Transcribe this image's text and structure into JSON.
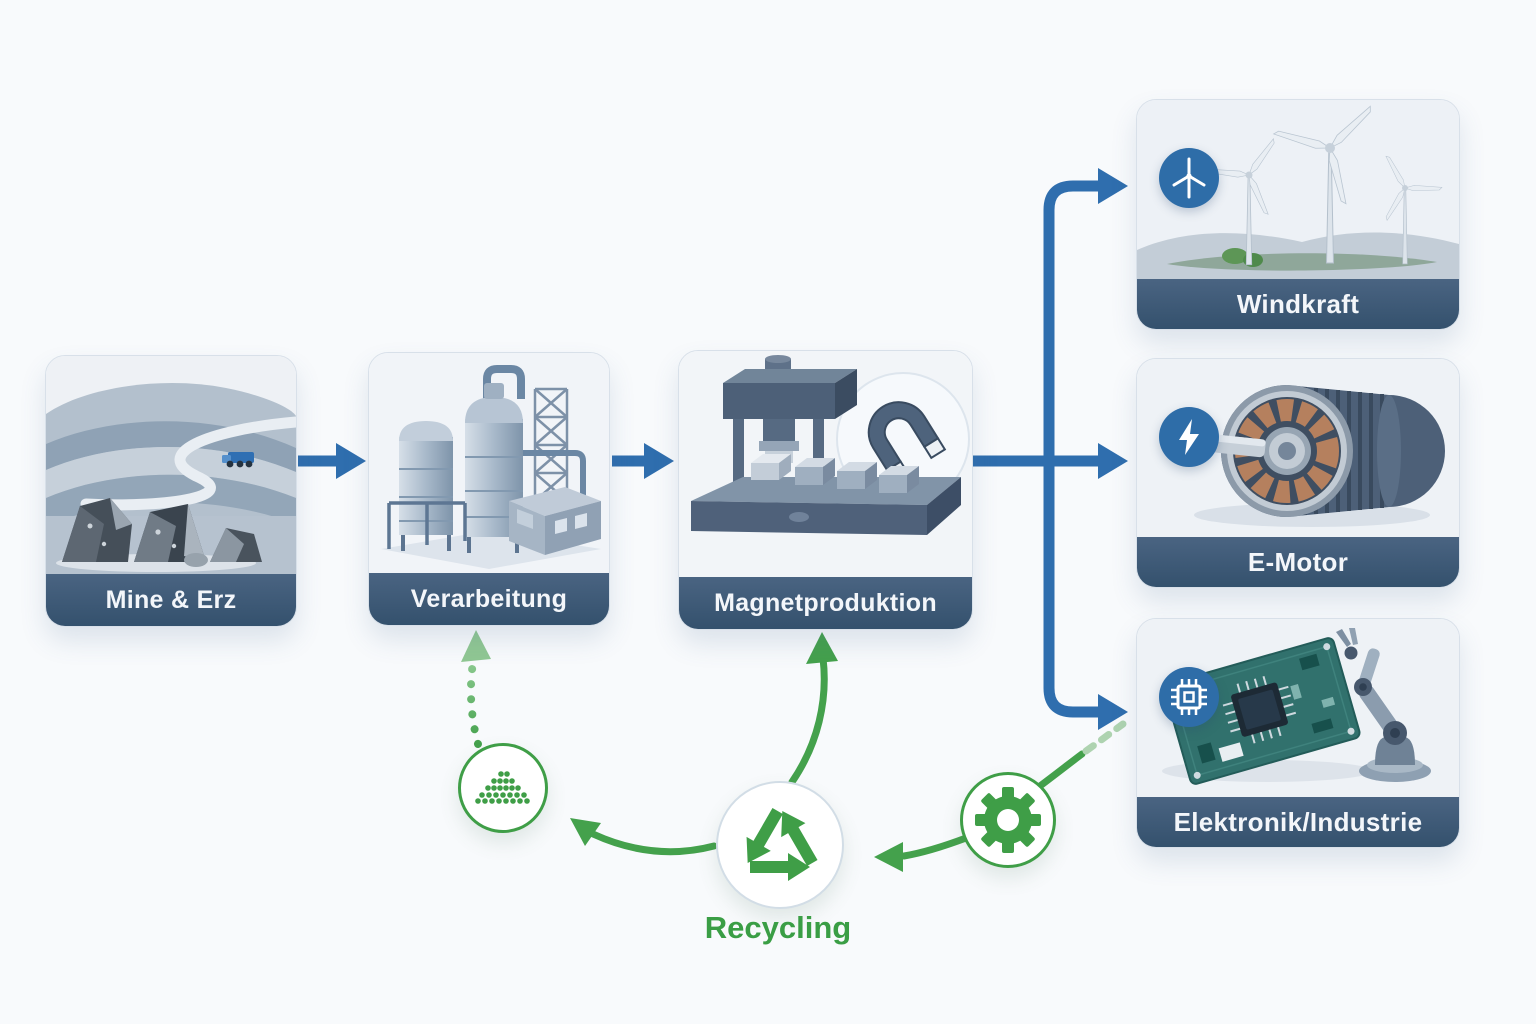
{
  "nodes": {
    "mine": {
      "label": "Mine & Erz"
    },
    "verarbeitung": {
      "label": "Verarbeitung"
    },
    "magnetproduktion": {
      "label": "Magnetproduktion"
    },
    "windkraft": {
      "label": "Windkraft"
    },
    "emotor": {
      "label": "E-Motor"
    },
    "elektronik": {
      "label": "Elektronik/Industrie"
    },
    "recycling": {
      "label": "Recycling"
    }
  },
  "edges": [
    {
      "from": "mine",
      "to": "verarbeitung",
      "style": "solid-blue-arrow"
    },
    {
      "from": "verarbeitung",
      "to": "magnetproduktion",
      "style": "solid-blue-arrow"
    },
    {
      "from": "magnetproduktion",
      "to": "windkraft",
      "style": "solid-blue-arrow"
    },
    {
      "from": "magnetproduktion",
      "to": "emotor",
      "style": "solid-blue-arrow"
    },
    {
      "from": "magnetproduktion",
      "to": "elektronik",
      "style": "solid-blue-arrow"
    },
    {
      "from": "elektronik",
      "to": "gear-circle",
      "style": "fading-dashed-green"
    },
    {
      "from": "gear-circle",
      "to": "recycling",
      "style": "solid-green-arrow"
    },
    {
      "from": "recycling",
      "to": "magnetproduktion",
      "style": "solid-green-arrow"
    },
    {
      "from": "recycling",
      "to": "powder-circle",
      "style": "solid-green-arrow"
    },
    {
      "from": "powder-circle",
      "to": "verarbeitung",
      "style": "dotted-green-arrow"
    }
  ],
  "icons": {
    "windkraft_badge": "wind-turbine-icon",
    "emotor_badge": "lightning-icon",
    "elektronik_badge": "chip-icon",
    "recycling_hub": "recycle-icon",
    "recycled_material": "powder-pile-icon",
    "reprocessing": "gear-icon"
  },
  "colors": {
    "flow_blue": "#2f6eae",
    "recycle_green": "#3f9e47",
    "label_bar": "#3d5976",
    "badge_blue": "#2e6da8",
    "background": "#f8fafc"
  }
}
